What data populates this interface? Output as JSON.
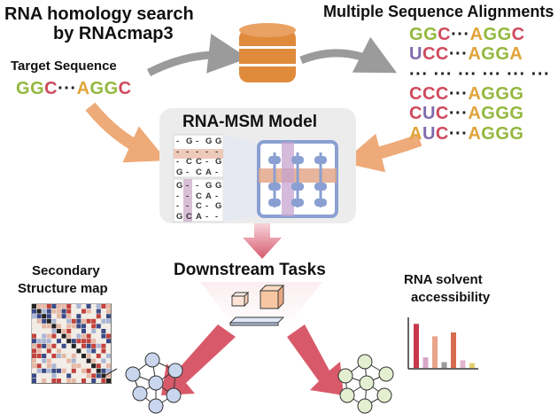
{
  "title_search": [
    "RNA homology search",
    "by RNAcmap3"
  ],
  "target": {
    "label": "Target Sequence",
    "sequence": [
      [
        "G",
        "nt-G"
      ],
      [
        "G",
        "nt-G"
      ],
      [
        "C",
        "nt-C"
      ],
      [
        "···",
        "nt-dot"
      ],
      [
        "A",
        "nt-A"
      ],
      [
        "G",
        "nt-G"
      ],
      [
        "G",
        "nt-G"
      ],
      [
        "C",
        "nt-C"
      ]
    ]
  },
  "msa": {
    "title": "Multiple Sequence Alignments",
    "rows": [
      [
        [
          "G",
          "nt-G"
        ],
        [
          "G",
          "nt-G"
        ],
        [
          "C",
          "nt-C"
        ],
        [
          "···",
          "nt-dot"
        ],
        [
          "A",
          "nt-A"
        ],
        [
          "G",
          "nt-G"
        ],
        [
          "G",
          "nt-G"
        ],
        [
          "C",
          "nt-C"
        ]
      ],
      [
        [
          "U",
          "nt-U"
        ],
        [
          "C",
          "nt-C"
        ],
        [
          "C",
          "nt-C"
        ],
        [
          "···",
          "nt-dot"
        ],
        [
          "A",
          "nt-A"
        ],
        [
          "G",
          "nt-G"
        ],
        [
          "G",
          "nt-G"
        ],
        [
          "A",
          "nt-A"
        ]
      ],
      [
        [
          "··· ··· ··· ··· ··· ···",
          "nt-dot"
        ]
      ],
      [
        [
          "C",
          "nt-C"
        ],
        [
          "C",
          "nt-C"
        ],
        [
          "C",
          "nt-C"
        ],
        [
          "···",
          "nt-dot"
        ],
        [
          "A",
          "nt-A"
        ],
        [
          "G",
          "nt-G"
        ],
        [
          "G",
          "nt-G"
        ],
        [
          "G",
          "nt-G"
        ]
      ],
      [
        [
          "C",
          "nt-C"
        ],
        [
          "U",
          "nt-U"
        ],
        [
          "C",
          "nt-C"
        ],
        [
          "···",
          "nt-dot"
        ],
        [
          "A",
          "nt-A"
        ],
        [
          "G",
          "nt-G"
        ],
        [
          "G",
          "nt-G"
        ],
        [
          "G",
          "nt-G"
        ]
      ],
      [
        [
          "A",
          "nt-A"
        ],
        [
          "U",
          "nt-U"
        ],
        [
          "C",
          "nt-C"
        ],
        [
          "···",
          "nt-dot"
        ],
        [
          "A",
          "nt-A"
        ],
        [
          "G",
          "nt-G"
        ],
        [
          "G",
          "nt-G"
        ],
        [
          "G",
          "nt-G"
        ]
      ]
    ]
  },
  "model": {
    "title": "RNA-MSM Model",
    "grid_top": [
      [
        "-",
        "G",
        "-",
        "G",
        "G"
      ],
      [
        "-",
        "-",
        "-",
        "-",
        "-"
      ],
      [
        "-",
        "C",
        "C",
        "-",
        "G"
      ],
      [
        "G",
        "-",
        "C",
        "A",
        "-"
      ]
    ],
    "grid_bottom": [
      [
        "G",
        "-",
        "-",
        "G",
        "G"
      ],
      [
        "-",
        "-",
        "C",
        "A",
        "-"
      ],
      [
        "-",
        "-",
        "C",
        "-",
        "G"
      ],
      [
        "G",
        "C",
        "A",
        "-",
        "-"
      ]
    ]
  },
  "downstream": {
    "title": "Downstream Tasks"
  },
  "secondary": {
    "title": [
      "Secondary",
      "Structure map"
    ]
  },
  "solvent": {
    "title": [
      "RNA solvent",
      "accessibility"
    ],
    "bars": [
      {
        "value": 0.92,
        "color": "#c7384a"
      },
      {
        "value": 0.22,
        "color": "#d6a7c9"
      },
      {
        "value": 0.66,
        "color": "#e8a48a"
      },
      {
        "value": 0.12,
        "color": "#9a9a9a"
      },
      {
        "value": 0.74,
        "color": "#d86a50"
      },
      {
        "value": 0.16,
        "color": "#e3b6cf"
      },
      {
        "value": 0.1,
        "color": "#e4d06a"
      }
    ]
  },
  "colors": {
    "gray_arrow": "#9b9b9b",
    "orange_arrow": "#eeaa78",
    "red_arrow": "#d85a6a",
    "database": "#e08a3c",
    "model_panel": "#ececec",
    "network_blue": "#c9d6ee",
    "network_green": "#e3efd0"
  },
  "icons": [
    "database-icon",
    "neural-network-icon",
    "attention-grid-icon"
  ]
}
